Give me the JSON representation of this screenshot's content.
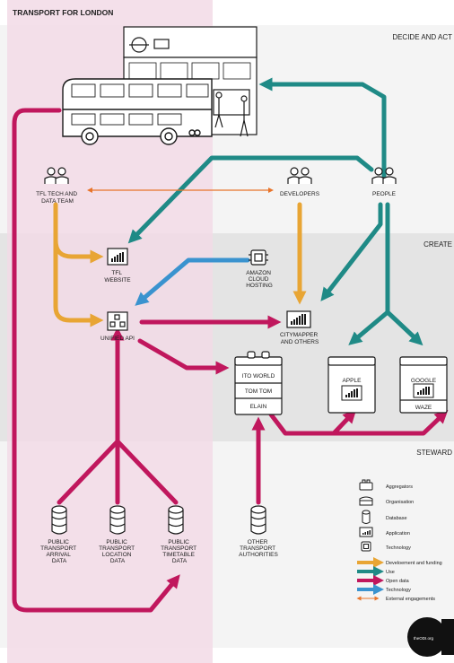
{
  "header": {
    "title": "TRANSPORT FOR LONDON"
  },
  "bands": {
    "decide": "DECIDE AND ACT",
    "create": "CREATE",
    "steward": "STEWARD"
  },
  "nodes": {
    "tfl_team": [
      "TFL TECH AND",
      "DATA TEAM"
    ],
    "developers": "DEVELOPERS",
    "people": "PEOPLE",
    "tfl_website": [
      "TFL",
      "WEBSITE"
    ],
    "amazon": [
      "AMAZON",
      "CLOUD",
      "HOSTING"
    ],
    "unified_api": "UNIFIED API",
    "citymapper": [
      "CITYMAPPER",
      "AND OTHERS"
    ],
    "aggregator_items": [
      "ITO WORLD",
      "TOM TOM",
      "ELAIN"
    ],
    "apple": "APPLE",
    "google": [
      "GOOGLE",
      "WAZE"
    ],
    "db_arrival": [
      "PUBLIC",
      "TRANSPORT",
      "ARRIVAL",
      "DATA"
    ],
    "db_location": [
      "PUBLIC",
      "TRANSPORT",
      "LOCATION",
      "DATA"
    ],
    "db_timetable": [
      "PUBLIC",
      "TRANSPORT",
      "TIMETABLE",
      "DATA"
    ],
    "db_other": [
      "OTHER",
      "TRANSPORT",
      "AUTHORITIES"
    ]
  },
  "legend": {
    "icons": [
      {
        "label": "Aggregators",
        "icon": "aggregator-icon"
      },
      {
        "label": "Organisation",
        "icon": "organisation-icon"
      },
      {
        "label": "Database",
        "icon": "database-icon"
      },
      {
        "label": "Application",
        "icon": "application-icon"
      },
      {
        "label": "Technology",
        "icon": "technology-icon"
      }
    ],
    "flows": [
      {
        "label": "Develoement and funding",
        "color": "#e8a534"
      },
      {
        "label": "Use",
        "color": "#1f8a86"
      },
      {
        "label": "Open data",
        "color": "#c0175d"
      },
      {
        "label": "Technology",
        "color": "#3a93cf"
      },
      {
        "label": "External engagements",
        "color": "#e8742a"
      }
    ]
  },
  "logo": {
    "text": "ODI",
    "url_text": "theODI.org"
  },
  "colors": {
    "tfl_band": "#f2dbe6",
    "grey_band": "#ececec",
    "open_data": "#c0175d",
    "use": "#1f8a86",
    "development": "#e8a534",
    "technology": "#3a93cf",
    "external": "#e8742a"
  }
}
